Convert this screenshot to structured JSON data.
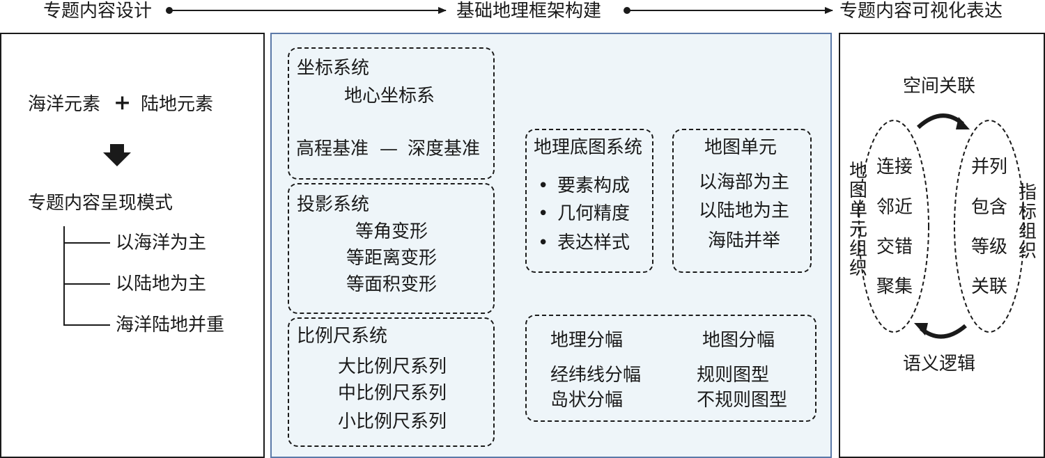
{
  "stages": [
    "专题内容设计",
    "基础地理框架构建",
    "专题内容可视化表达"
  ],
  "left": {
    "elements": [
      "海洋元素",
      "+",
      "陆地元素"
    ],
    "mode_title": "专题内容呈现模式",
    "modes": [
      "以海洋为主",
      "以陆地为主",
      "海洋陆地并重"
    ]
  },
  "middle": {
    "coord": {
      "title": "坐标系统",
      "geocentric": "地心坐标系",
      "height_datum": "高程基准",
      "dash": "—",
      "depth_datum": "深度基准"
    },
    "projection": {
      "title": "投影系统",
      "items": [
        "等角变形",
        "等距离变形",
        "等面积变形"
      ]
    },
    "scale": {
      "title": "比例尺系统",
      "items": [
        "大比例尺系列",
        "中比例尺系列",
        "小比例尺系列"
      ]
    },
    "basemap": {
      "title": "地理底图系统",
      "items": [
        "要素构成",
        "几何精度",
        "表达样式"
      ]
    },
    "map_unit": {
      "title": "地图单元",
      "items": [
        "以海部为主",
        "以陆地为主",
        "海陆并举"
      ]
    },
    "division": {
      "geo_title": "地理分幅",
      "geo_items": [
        "经纬线分幅",
        "岛状分幅"
      ],
      "map_title": "地图分幅",
      "map_items": [
        "规则图型",
        "不规则图型"
      ]
    }
  },
  "right": {
    "top": "空间关联",
    "bottom": "语义逻辑",
    "left_label": [
      "地",
      "图",
      "单",
      "元",
      "组",
      "织"
    ],
    "right_label": [
      "指",
      "标",
      "组",
      "织"
    ],
    "left_items": [
      "连接",
      "邻近",
      "交错",
      "聚集"
    ],
    "right_items": [
      "并列",
      "包含",
      "等级",
      "关联"
    ]
  }
}
